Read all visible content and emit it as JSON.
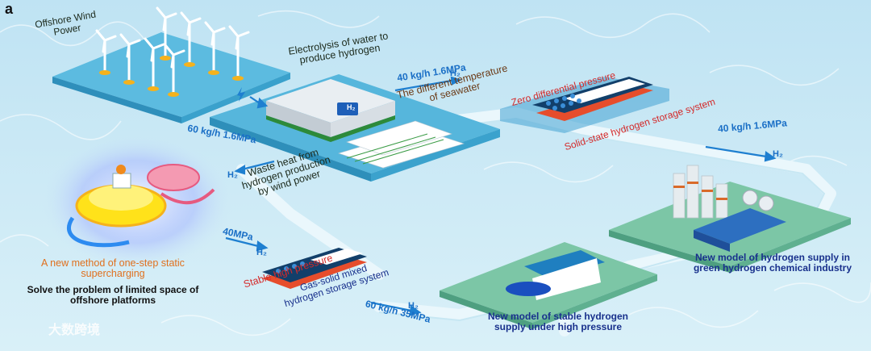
{
  "panel_label": "a",
  "labels": {
    "offshore_wind": "Offshore Wind\nPower",
    "electrolysis": "Electrolysis of water to\nproduce hydrogen",
    "flow_40_top": "40 kg/h  1.6MPa",
    "h2_top": "H₂",
    "diff_temp": "The different temperature\nof seawater",
    "zero_diff": "Zero differential pressure",
    "solid_state": "Solid-state hydrogen storage system",
    "flow_40_right": "40 kg/h  1.6MPa",
    "h2_right": "H₂",
    "flow_60_left": "60 kg/h 1.6MPa",
    "h2_left": "H₂",
    "waste_heat": "Waste heat from\nhydrogen production\nby wind power",
    "flow_40mpa": "40MPa",
    "h2_40mpa": "H₂",
    "stable_high": "Stable high pressure",
    "gas_solid": "Gas-solid mixed\nhydrogen storage system",
    "h2_bottom": "H₂",
    "flow_60_bottom": "60 kg/h 35MPa",
    "one_step": "A new method of one-step static\nsupercharging",
    "solve_problem": "Solve the problem of limited space of\noffshore platforms",
    "stable_supply": "New model of stable hydrogen\nsupply under high pressure",
    "green_chem": "New model of hydrogen supply in\ngreen hydrogen chemical industry",
    "badge_h2": "H₂",
    "watermark": "大数跨境"
  },
  "colors": {
    "sea": "#cfeaf6",
    "platform_top": "#4fb3d9",
    "platform_side": "#2d8fb9",
    "land_top": "#7cc6a6",
    "pipe": "#e8f6fb",
    "arrow": "#1e7fd0",
    "red_text": "#d42a2a",
    "navy_text": "#18308c",
    "orange_text": "#e0701e"
  }
}
